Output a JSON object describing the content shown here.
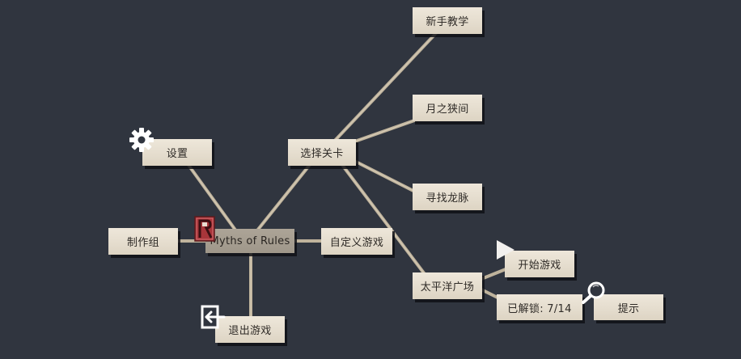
{
  "center_node": {
    "label": "Myths of Rules",
    "icon": "rulebook-icon"
  },
  "nodes": {
    "settings": {
      "label": "设置",
      "icon": "gear-icon"
    },
    "credits": {
      "label": "制作组"
    },
    "exit": {
      "label": "退出游戏",
      "icon": "exit-icon"
    },
    "custom_game": {
      "label": "自定义游戏"
    },
    "select_level": {
      "label": "选择关卡"
    },
    "tutorial": {
      "label": "新手教学"
    },
    "moon_strait": {
      "label": "月之狭间"
    },
    "dragon_vein": {
      "label": "寻找龙脉"
    },
    "pacific_plaza": {
      "label": "太平洋广场"
    },
    "start_game": {
      "label": "开始游戏",
      "icon": "play-icon"
    },
    "unlocked": {
      "label": "已解锁: 7/14"
    },
    "hint": {
      "label": "提示",
      "icon": "magnifier-icon"
    }
  },
  "colors": {
    "background": "#30353f",
    "card": "#e8e0d2",
    "center_card": "#a39b8e",
    "rope": "#cbbfa9",
    "rulebook": "#a8353a"
  }
}
